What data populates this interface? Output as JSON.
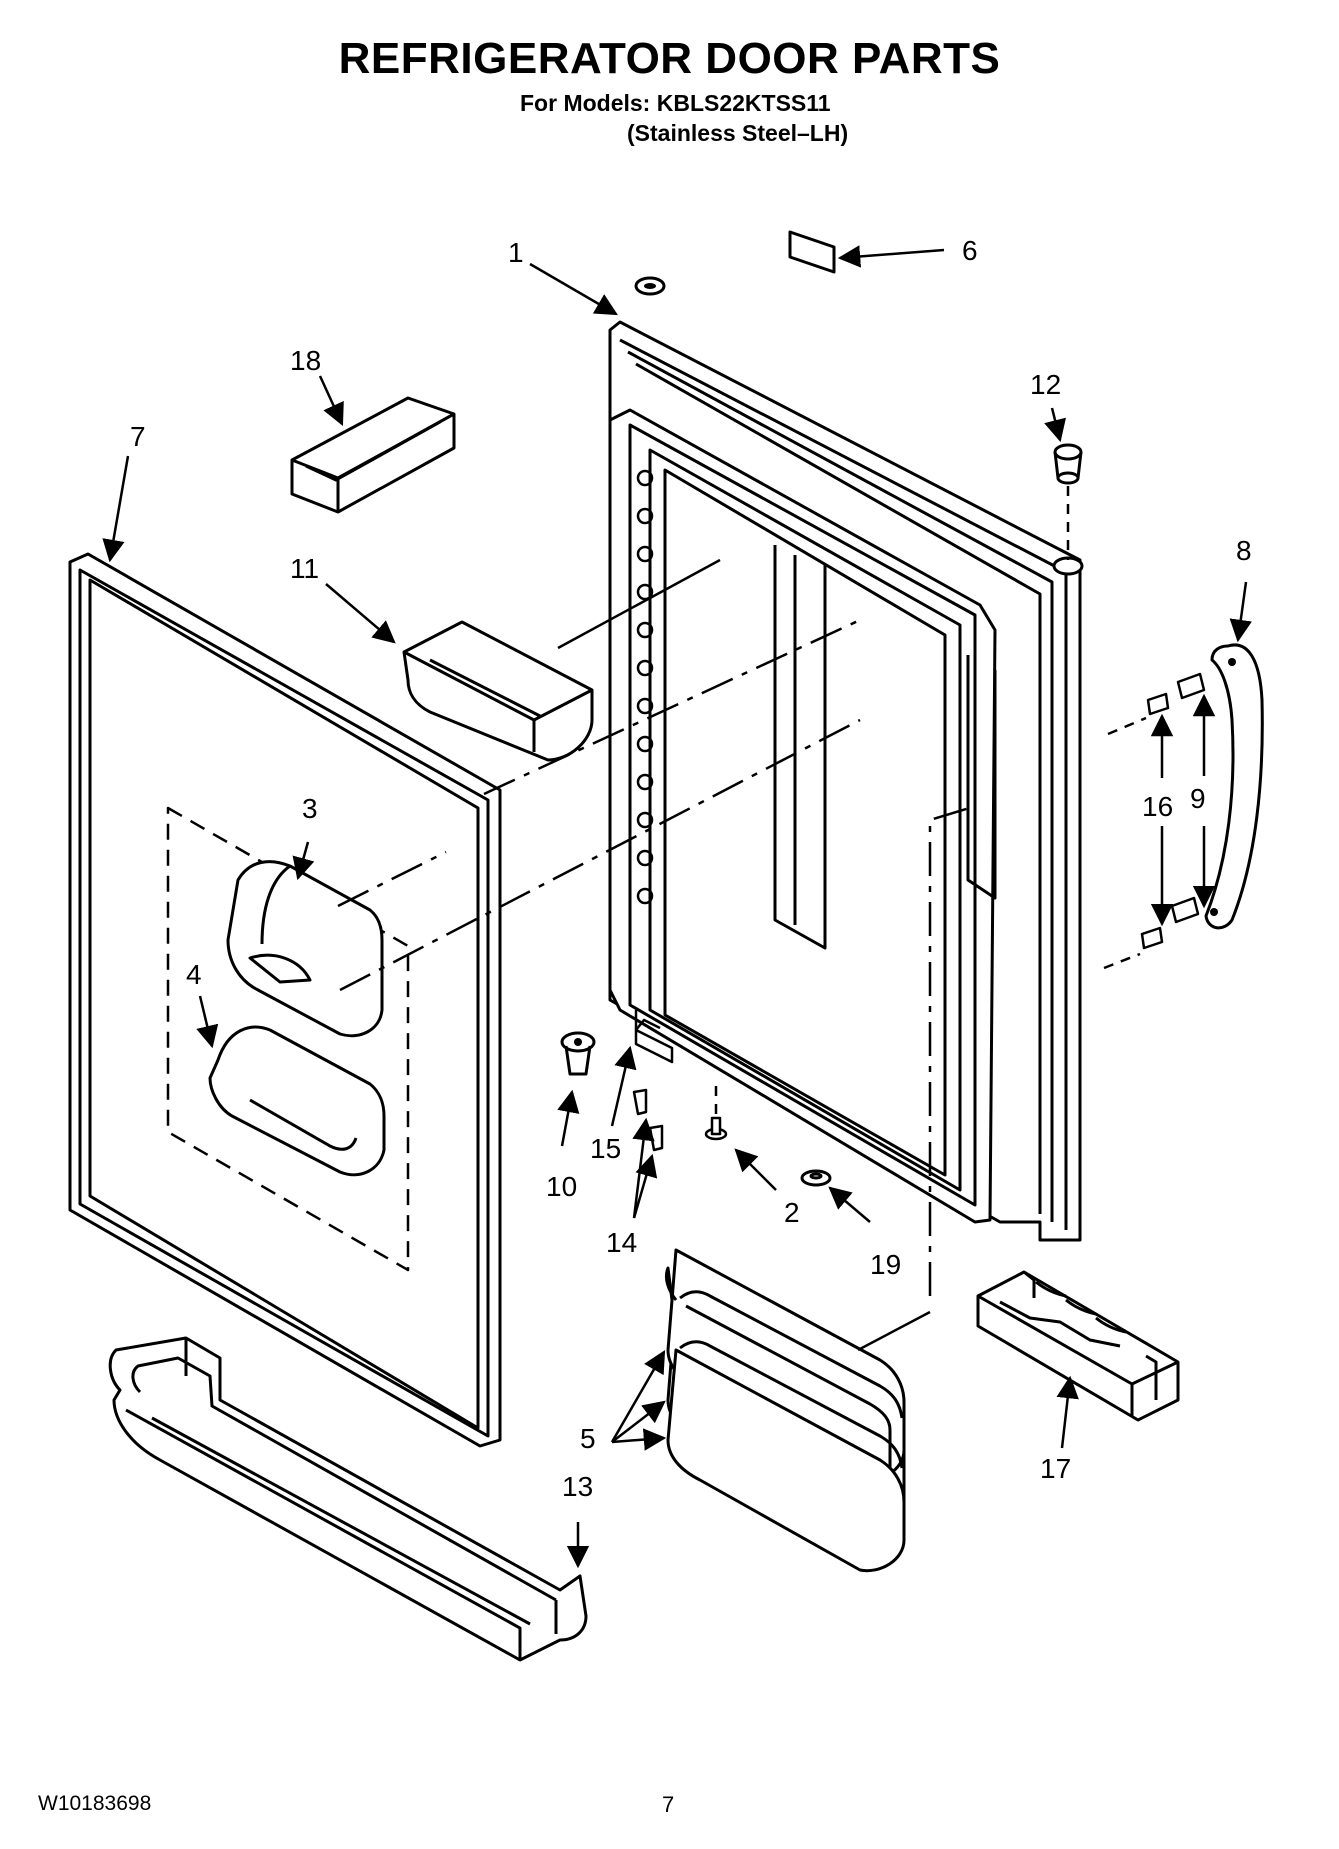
{
  "header": {
    "title": "REFRIGERATOR DOOR PARTS",
    "models_line": "For Models: KBLS22KTSS11",
    "variant_line": "(Stainless Steel–LH)"
  },
  "callouts": {
    "c1": "1",
    "c2": "2",
    "c3": "3",
    "c4": "4",
    "c5": "5",
    "c6": "6",
    "c7": "7",
    "c8": "8",
    "c9": "9",
    "c10": "10",
    "c11": "11",
    "c12": "12",
    "c13": "13",
    "c14": "14",
    "c15": "15",
    "c16": "16",
    "c17": "17",
    "c18": "18",
    "c19": "19"
  },
  "footer": {
    "doc_number": "W10183698",
    "page_number": "7"
  }
}
